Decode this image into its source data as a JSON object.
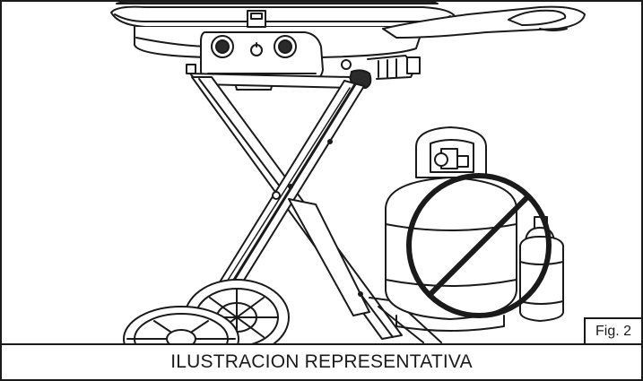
{
  "figure": {
    "label": "Fig. 2",
    "caption": "ILUSTRACION REPRESENTATIVA"
  },
  "illustration": {
    "subject": "portable-grill-on-folding-stand",
    "warning_icon": "prohibition-icon"
  },
  "colors": {
    "line": "#1a1a1a",
    "background": "#ffffff",
    "dark_fill": "#2b2b2b"
  }
}
